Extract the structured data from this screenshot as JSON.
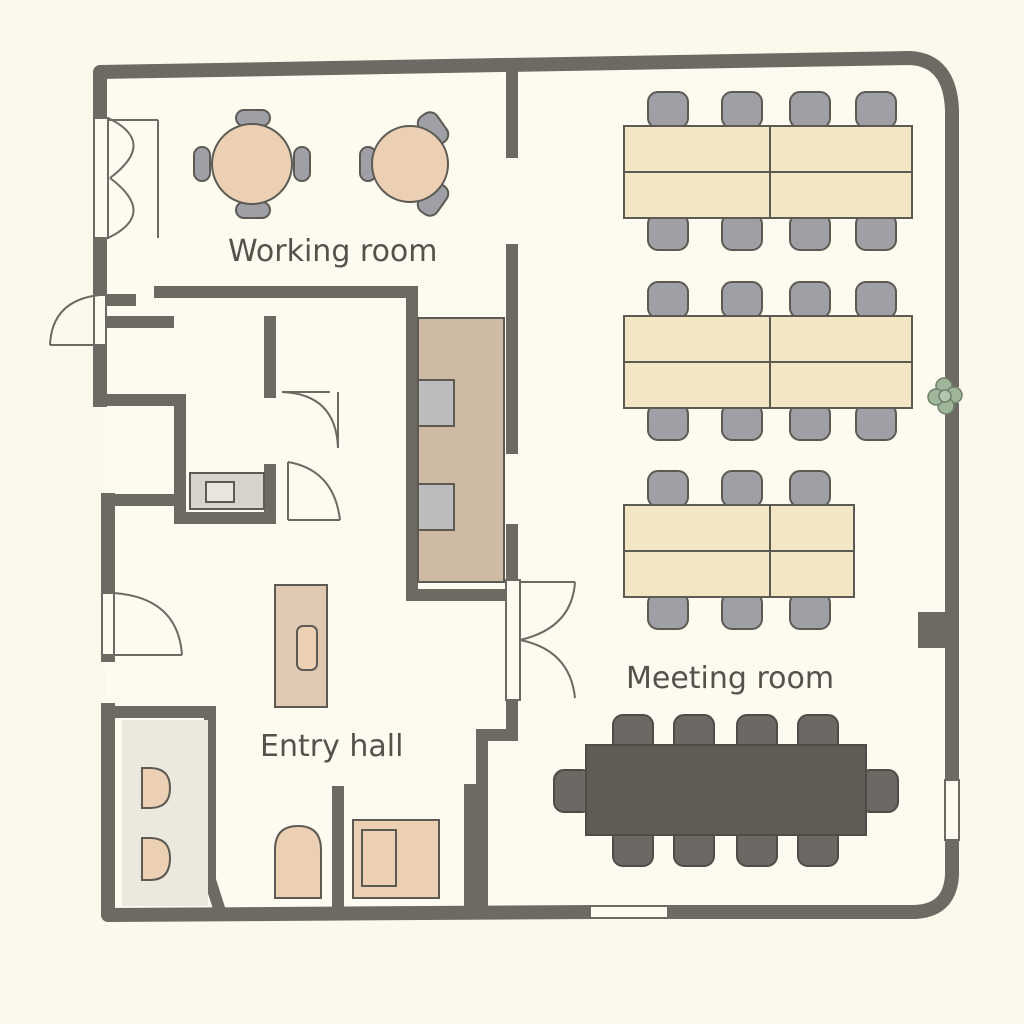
{
  "rooms": {
    "working": {
      "label": "Working room"
    },
    "meeting": {
      "label": "Meeting room"
    },
    "entry": {
      "label": "Entry hall"
    }
  },
  "colors": {
    "background": "#fbf8ec",
    "wall": "#6e6a63",
    "outline": "#5d5a54",
    "desk": "#f2e6c4",
    "round_table": "#ecd0b3",
    "chair_light": "#9ea0a6",
    "chair_dark": "#6c6964",
    "conference_table": "#5f5b55",
    "cabinet": "#cdbba6",
    "plant": "#9fb69b"
  }
}
